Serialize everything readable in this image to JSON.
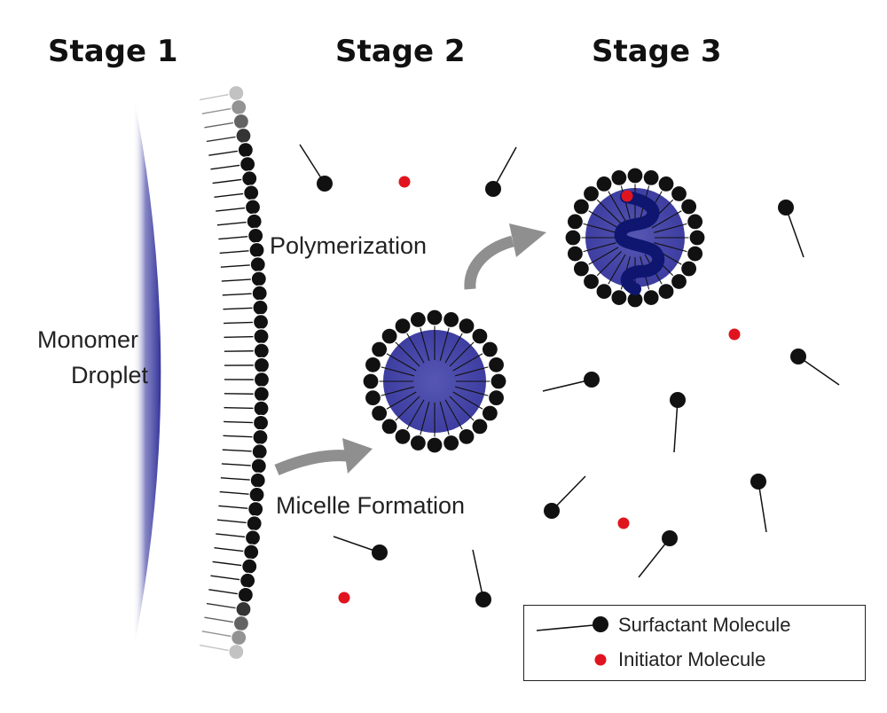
{
  "stages": {
    "stage1": "Stage 1",
    "stage2": "Stage 2",
    "stage3": "Stage 3"
  },
  "labels": {
    "polymerization": "Polymerization",
    "micelle_formation": "Micelle Formation",
    "droplet_line1": "Monomer",
    "droplet_line2": "Droplet"
  },
  "legend": {
    "surfactant": "Surfactant Molecule",
    "initiator": "Initiator Molecule"
  },
  "colors": {
    "droplet": "#3c3c9a",
    "core": "#4a4aa8",
    "head": "#111111",
    "initiator": "#e0141e",
    "arrow": "#8f8f8f",
    "polymer": "#0e1670"
  }
}
